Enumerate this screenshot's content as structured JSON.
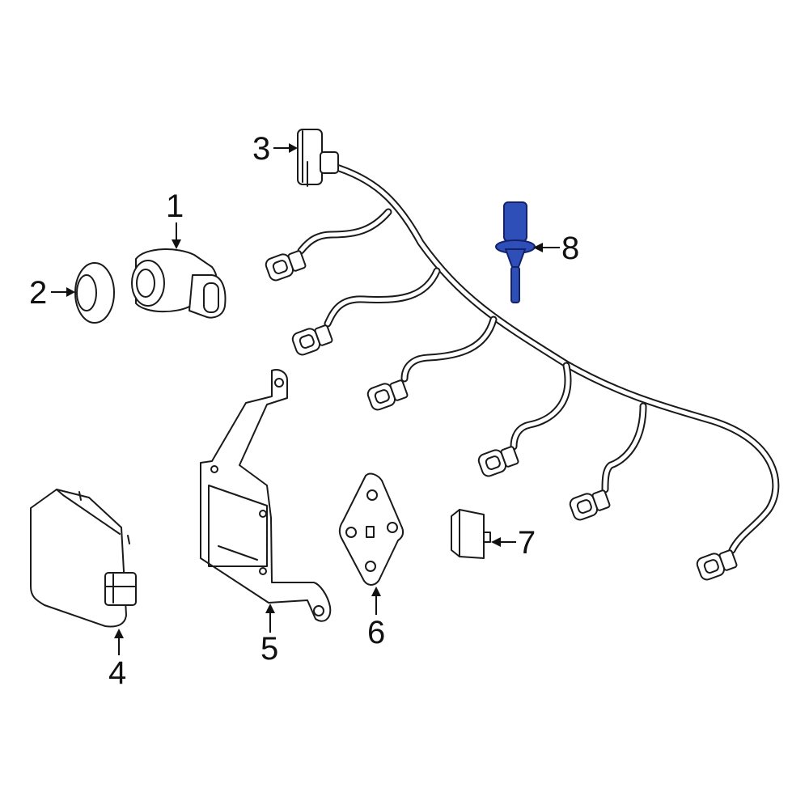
{
  "callouts": [
    {
      "id": "1",
      "text": "1"
    },
    {
      "id": "2",
      "text": "2"
    },
    {
      "id": "3",
      "text": "3"
    },
    {
      "id": "4",
      "text": "4"
    },
    {
      "id": "5",
      "text": "5"
    },
    {
      "id": "6",
      "text": "6"
    },
    {
      "id": "7",
      "text": "7"
    },
    {
      "id": "8",
      "text": "8"
    }
  ],
  "colors": {
    "highlight_fill": "#2f4fb8",
    "highlight_stroke": "#13226b",
    "line": "#1a1a1a",
    "background": "#ffffff"
  },
  "highlighted_part": "8"
}
